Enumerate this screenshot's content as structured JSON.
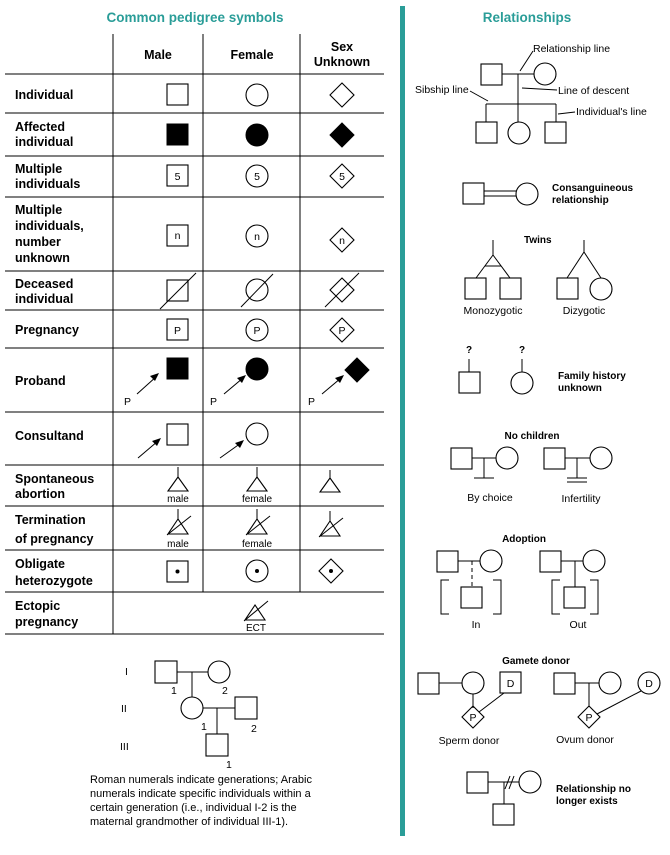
{
  "left_title": "Common pedigree symbols",
  "right_title": "Relationships",
  "columns": [
    "Male",
    "Female",
    "Sex Unknown"
  ],
  "rows": [
    {
      "label": [
        "Individual"
      ]
    },
    {
      "label": [
        "Affected",
        "individual"
      ]
    },
    {
      "label": [
        "Multiple",
        "individuals"
      ],
      "mark": "5"
    },
    {
      "label": [
        "Multiple",
        "individuals,",
        "number",
        "unknown"
      ],
      "mark": "n"
    },
    {
      "label": [
        "Deceased",
        "individual"
      ]
    },
    {
      "label": [
        "Pregnancy"
      ],
      "mark": "P"
    },
    {
      "label": [
        "Proband"
      ],
      "mark": "P"
    },
    {
      "label": [
        "Consultand"
      ]
    },
    {
      "label": [
        "Spontaneous",
        "abortion"
      ],
      "captions": [
        "male",
        "female"
      ]
    },
    {
      "label": [
        "Termination",
        "of pregnancy"
      ],
      "captions": [
        "male",
        "female"
      ]
    },
    {
      "label": [
        "Obligate",
        "heterozygote"
      ]
    },
    {
      "label": [
        "Ectopic",
        "pregnancy"
      ],
      "caption": "ECT"
    }
  ],
  "generation_example": {
    "generations": [
      "I",
      "II",
      "III"
    ],
    "numbers": [
      "1",
      "2",
      "1",
      "2",
      "1"
    ],
    "note": [
      "Roman numerals indicate generations; Arabic",
      "numerals indicate specific individuals within a",
      "certain generation (i.e., individual I-2 is the",
      "maternal grandmother of individual III-1)."
    ]
  },
  "relationships": {
    "callouts": {
      "relationship_line": "Relationship line",
      "sibship_line": "Sibship line",
      "line_of_descent": "Line of descent",
      "individuals_line": "Individual's line"
    },
    "consanguineous": [
      "Consanguineous",
      "relationship"
    ],
    "twins": {
      "title": "Twins",
      "mono": "Monozygotic",
      "di": "Dizygotic"
    },
    "family_history": {
      "mark": "?",
      "label": [
        "Family history",
        "unknown"
      ]
    },
    "no_children": {
      "title": "No children",
      "choice": "By choice",
      "infertility": "Infertility"
    },
    "adoption": {
      "title": "Adoption",
      "in": "In",
      "out": "Out"
    },
    "gamete_donor": {
      "title": "Gamete donor",
      "mark_d": "D",
      "mark_p": "P",
      "sperm": "Sperm donor",
      "ovum": "Ovum donor"
    },
    "no_longer": [
      "Relationship no",
      "longer exists"
    ]
  },
  "colors": {
    "title": "#2a9d98",
    "divider": "#2a9d98",
    "line": "#000000"
  }
}
